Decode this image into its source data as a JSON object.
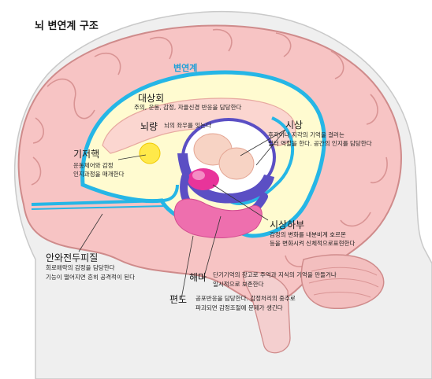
{
  "title": "뇌 변연계 구조",
  "labels": {
    "limbic": "변연계",
    "cingulate": {
      "name": "대상회",
      "desc": "주의, 운동, 감정, 자율신경 반응을 담당한다"
    },
    "corpus": {
      "name": "뇌량",
      "desc": "뇌의 좌우를 잇는다"
    },
    "thalamus": {
      "name": "시상",
      "desc1": "후각이나 지각의 기억을 걸러는",
      "desc2": "필터 역할을 한다. 공간의 인지를 담당한다"
    },
    "basal": {
      "name": "기저핵",
      "desc1": "운동제어와 감정",
      "desc2": "인지과정을 매개한다"
    },
    "hypothalamus": {
      "name": "시상하부",
      "desc1": "감정의 변화를 내분비계 호르몬",
      "desc2": "등을 변화시켜 신체적으로표현한다"
    },
    "orbitofrontal": {
      "name": "안와전두피질",
      "desc1": "희로애락의 감정을 담당한다",
      "desc2": "기능이 떨어지면 흔히 공격적이 된다"
    },
    "hippocampus": {
      "name": "해마",
      "desc1": "단기기억의 창고로 주억과 지식의 기억을 만들거나",
      "desc2": "일시적으로 보존한다"
    },
    "amygdala": {
      "name": "편도",
      "desc1": "공포반응을 담당한다. 감정처리의 중추로",
      "desc2": "파괴되면 감정조절에 문제가 생긴다"
    }
  },
  "colors": {
    "head": "#f0f0f0",
    "head_stroke": "#c8c8c8",
    "brain": "#f6c3c3",
    "brain_stroke": "#c98a8a",
    "limbic_blue": "#25b6e6",
    "limbic_fill": "#fffbd0",
    "corpus_fill": "#fbd6d0",
    "hypo_purple": "#5b4fc4",
    "magenta": "#e8349a",
    "amygdala_pink": "#ee6fae",
    "basal_yellow": "#ffe94a"
  }
}
